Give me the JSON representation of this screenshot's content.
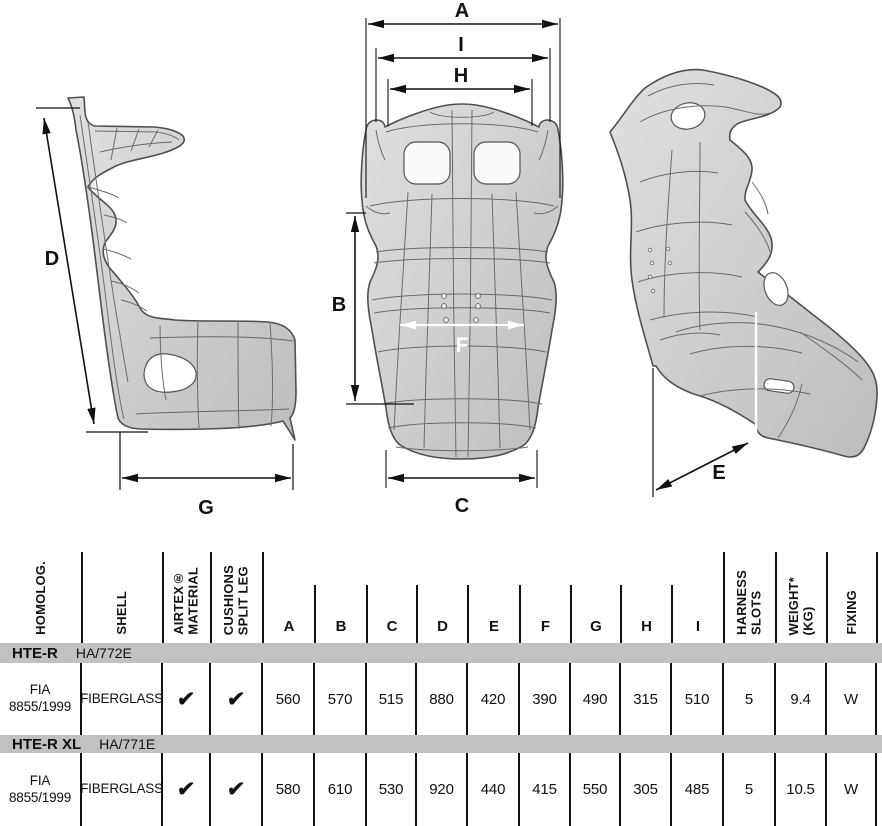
{
  "colors": {
    "band_gray": "#c1c1c1",
    "table_line": "#111111",
    "seat_gray": "#cfcfcf",
    "dim_line": "#111111",
    "f_arrow_white": "#ffffff"
  },
  "diagram": {
    "labels": {
      "a": "A",
      "b": "B",
      "c": "C",
      "d": "D",
      "e": "E",
      "f": "F",
      "g": "G",
      "h": "H",
      "i": "I"
    }
  },
  "table": {
    "headers": [
      {
        "id": "homolog",
        "label": "HOMOLOG."
      },
      {
        "id": "shell",
        "label": "SHELL"
      },
      {
        "id": "airtex",
        "label": "AIRTEX®\nMATERIAL"
      },
      {
        "id": "cushions",
        "label": "CUSHIONS\nSPLIT LEG"
      },
      {
        "id": "A",
        "label": "A"
      },
      {
        "id": "B",
        "label": "B"
      },
      {
        "id": "C",
        "label": "C"
      },
      {
        "id": "D",
        "label": "D"
      },
      {
        "id": "E",
        "label": "E"
      },
      {
        "id": "F",
        "label": "F"
      },
      {
        "id": "G",
        "label": "G"
      },
      {
        "id": "H",
        "label": "H"
      },
      {
        "id": "I",
        "label": "I"
      },
      {
        "id": "harness",
        "label": "HARNESS\nSLOTS"
      },
      {
        "id": "weight",
        "label": "WEIGHT*\n(KG)"
      },
      {
        "id": "fixing",
        "label": "FIXING"
      }
    ],
    "groups": [
      {
        "model": "HTE-R",
        "code": "HA/772E",
        "row": {
          "homolog": "FIA\n8855/1999",
          "shell": "FIBERGLASS",
          "airtex": "✔",
          "cushions": "✔",
          "A": "560",
          "B": "570",
          "C": "515",
          "D": "880",
          "E": "420",
          "F": "390",
          "G": "490",
          "H": "315",
          "I": "510",
          "harness": "5",
          "weight": "9.4",
          "fixing": "W"
        }
      },
      {
        "model": "HTE-R XL",
        "code": "HA/771E",
        "row": {
          "homolog": "FIA\n8855/1999",
          "shell": "FIBERGLASS",
          "airtex": "✔",
          "cushions": "✔",
          "A": "580",
          "B": "610",
          "C": "530",
          "D": "920",
          "E": "440",
          "F": "415",
          "G": "550",
          "H": "305",
          "I": "485",
          "harness": "5",
          "weight": "10.5",
          "fixing": "W"
        }
      }
    ]
  }
}
